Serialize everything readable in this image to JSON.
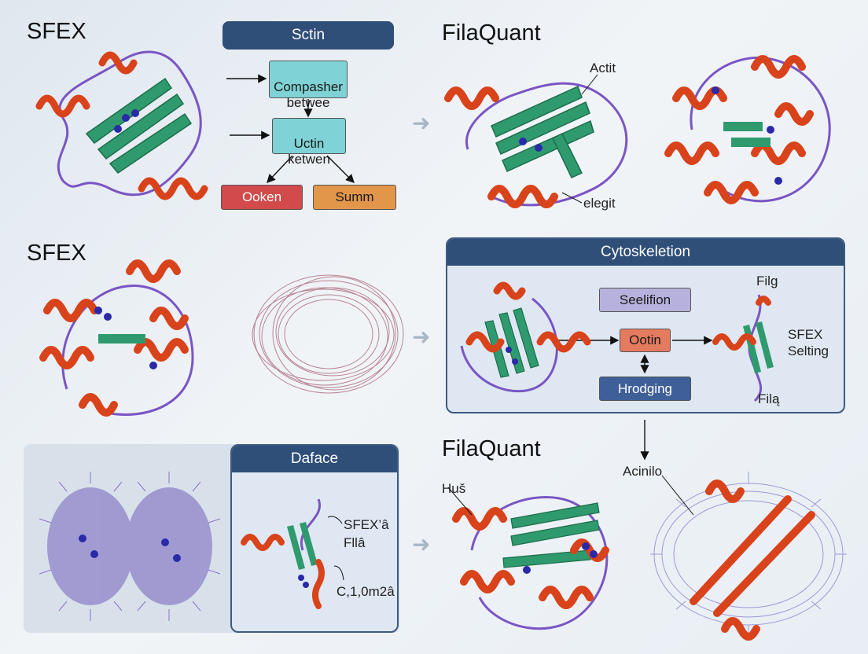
{
  "top_left": {
    "heading": "SFEX"
  },
  "top_flow": {
    "title": "Sctin",
    "node1": "Compasher\nbetwee",
    "node2": "Uctin\nketwen",
    "node3": "Ooken",
    "node4": "Summ"
  },
  "top_right": {
    "heading": "FilaQuant",
    "label_top": "Actit",
    "label_bottom": "elegit"
  },
  "mid_left": {
    "heading": "SFEX"
  },
  "cyto_panel": {
    "title": "Cytoskeletion",
    "box_top": "Seelifion",
    "box_mid": "Ootin",
    "box_bottom": "Hrodging",
    "label_right_top": "Filg",
    "label_right_mid": "SFEX\nSelting",
    "label_right_bottom": "Filą"
  },
  "bottom_panel": {
    "title": "Daface",
    "label1": "SFEX’â",
    "label2": "Fllâ",
    "label3": "C,1,0m2â"
  },
  "bottom_right": {
    "heading": "FilaQuant",
    "label_left": "Huš",
    "label_right": "Acinilo"
  },
  "colors": {
    "helix": "#d9431b",
    "sheet": "#2f9a6e",
    "loop": "#7a55c4",
    "accent_dark": "#2f4e78"
  }
}
